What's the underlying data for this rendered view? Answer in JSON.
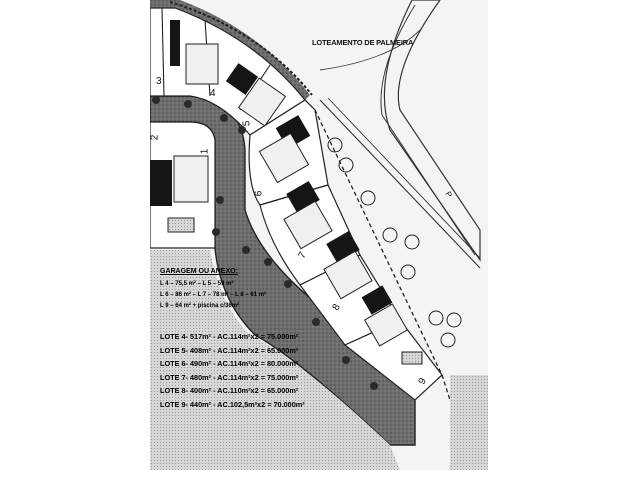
{
  "title": "LOTEAMENTO DE PALMEIRA",
  "road_mark": "P",
  "lot_numbers": [
    "3",
    "4",
    "5",
    "2",
    "1",
    "6",
    "7",
    "8",
    "9"
  ],
  "legend": {
    "heading": "GARAGEM OU ANEXO:",
    "lines": [
      "L 4 – 75,5 m² – L 5 – 59 m²",
      "L 6 – 86 m² – L 7 – 78 m² – L 8 – 61 m²",
      "L 9 – 64 m² + piscina c/36m²"
    ]
  },
  "lots": [
    "LOTE 4- 517m² - AC.114m²x2 = 75.000m²",
    "LOTE 5- 408m² - AC.114m²x2 = 65.000m²",
    "LOTE 6- 490m² - AC.114m²x2 = 80.000m²",
    "LOTE 7- 480m² - AC.114m²x2 = 75.000m²",
    "LOTE 8- 400m² - AC.110m²x2 = 65.000m²",
    "LOTE 9- 440m² - AC.102,5m²x2 = 70.000m²"
  ],
  "colors": {
    "road": "#6f6f6f",
    "building": "#151515",
    "lot_line": "#222222",
    "paper": "#f4f4f2"
  }
}
